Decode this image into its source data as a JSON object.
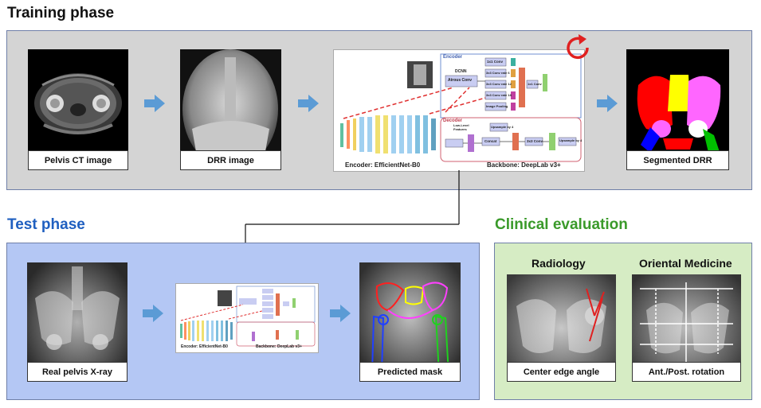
{
  "sections": {
    "training_title": "Training phase",
    "test_title": "Test phase",
    "clinical_title": "Clinical evaluation"
  },
  "training": {
    "ct_caption": "Pelvis  CT image",
    "drr_caption": "DRR image",
    "encoder_label": "Encoder: EfficientNet-B0",
    "backbone_label": "Backbone: DeepLab v3+",
    "segmented_caption": "Segmented  DRR"
  },
  "test": {
    "xray_caption": "Real pelvis X-ray",
    "encoder_label": "Encoder: EfficientNet-B0",
    "backbone_label": "Backbone: DeepLab v3+",
    "mask_caption": "Predicted mask"
  },
  "clinical": {
    "radiology_title": "Radiology",
    "oriental_title": "Oriental Medicine",
    "radiology_caption": "Center edge angle",
    "oriental_caption": "Ant./Post. rotation"
  },
  "network": {
    "encoder_header": "Encoder",
    "decoder_header": "Decoder",
    "dcnn_label": "DCNN",
    "atrous_label": "Atrous Conv",
    "aspp_blocks": [
      "1x1 Conv",
      "3x3 Conv rate 6",
      "3x3 Conv rate 12",
      "3x3 Conv rate 18",
      "Image Pooling"
    ],
    "conv_1x1": "1x1 Conv",
    "upsample_4": "Upsample by 4",
    "lowlevel": "Low-Level Features",
    "concat": "Concat",
    "conv_3x3": "3x3 Conv",
    "upsample_4b": "Upsample by 4"
  },
  "colors": {
    "training_bg": "#d4d4d4",
    "test_bg": "#b4c7f4",
    "clinical_bg": "#d6ecc4",
    "arrow_blue": "#5b9bd5",
    "title_blue": "#1f5fc0",
    "title_green": "#3a9a2a",
    "cycle_red": "#e02020"
  },
  "icons": {
    "cycle": "refresh-cycle-icon",
    "arrow": "right-arrow-icon"
  }
}
